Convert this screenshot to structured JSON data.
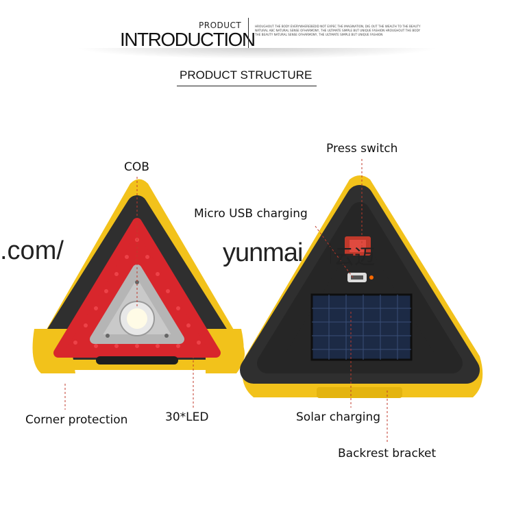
{
  "header": {
    "small_title": "PRODUCT",
    "big_title": "INTRODUCTION",
    "blurb": "HROUGHOUT THE BODY EVERYWHEREBEDID NOT EXPEC THE IMAGINATION, DIG OUT THE WEALTH TO THE BEAUTY NATURAL ABC NATURAL SENSE OFHARMONY, THE ULTIMATE SIMPLE BUT UNIQUE FASHION HROUGHOUT THE BODY THE BEAUTY NATURAL SENSE OFHARMONY, THE ULTIMATE SIMPLE BUT UNIQUE FASHION"
  },
  "section_title": "PRODUCT STRUCTURE",
  "labels": {
    "cob": "COB",
    "press_switch": "Press switch",
    "micro_usb": "Micro USB charging",
    "corner_protection": "Corner protection",
    "led": "30*LED",
    "solar": "Solar charging",
    "bracket": "Backrest bracket"
  },
  "watermark": {
    "domain_fragment": ".com/",
    "brand": "yunmai",
    "brand_cn": "云迈"
  },
  "colors": {
    "yellow": "#f2c21b",
    "dark": "#2b2b2b",
    "red": "#d8262c",
    "leader": "#c0392b"
  }
}
